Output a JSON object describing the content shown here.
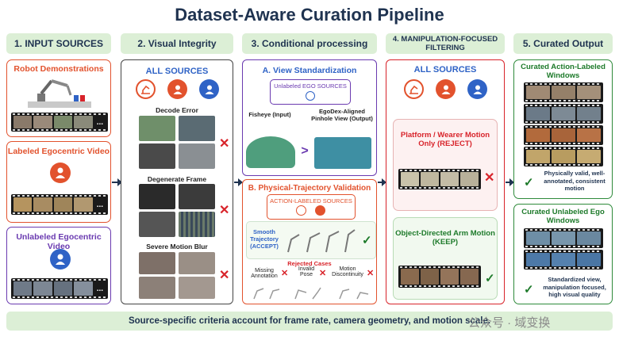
{
  "title": "Dataset-Aware Curation Pipeline",
  "headers": {
    "h1": "1. INPUT SOURCES",
    "h2": "2. Visual Integrity",
    "h3": "3. Conditional processing",
    "h4": "4. MANIPULATION-FOCUSED FILTERING",
    "h5": "5. Curated Output"
  },
  "col1": {
    "robot": "Robot Demonstrations",
    "labeled": "Labeled Egocentric Video",
    "unlabeled": "Unlabeled Egocentric Video"
  },
  "col2": {
    "all_sources": "ALL SOURCES",
    "decode": "Decode Error",
    "degenerate": "Degenerate Frame",
    "blur": "Severe Motion Blur"
  },
  "col3": {
    "a_title": "A. View Standardization",
    "unlabeled_ego": "Unlabeled EGO SOURCES",
    "fisheye": "Fisheye (Input)",
    "egodex": "EgoDex-Aligned Pinhole View (Output)",
    "gt": ">",
    "b_title": "B. Physical-Trajectory Validation",
    "action_labeled": "ACTION-LABELED SOURCES",
    "smooth": "Smooth Trajectory (ACCEPT)",
    "rejected": "Rejected Cases",
    "missing": "Missing Annotation",
    "invalid": "Invalid Pose",
    "discont": "Motion Discontinuity"
  },
  "col4": {
    "all_sources": "ALL SOURCES",
    "platform": "Platform / Wearer Motion Only (REJECT)",
    "object": "Object-Directed Arm Motion (KEEP)"
  },
  "col5": {
    "action_title": "Curated Action-Labeled Windows",
    "action_desc": "Physically valid, well-annotated, consistent motion",
    "unlabeled_title": "Curated Unlabeled Ego Windows",
    "unlabeled_desc": "Standardized view, manipulation focused, high visual quality"
  },
  "filmstrip_dots": "...",
  "footer": "Source-specific criteria account for frame rate, camera geometry, and motion scale.",
  "watermark": "公众号 · 域变换",
  "colors": {
    "orange": "#e2522d",
    "blue": "#2f63c6",
    "purple": "#6a3ab0",
    "green": "#1d7a2a",
    "red": "#d8232a",
    "header_bg": "#dcefd6",
    "navy": "#1f3350"
  },
  "icons": [
    "robot-arm-icon",
    "person-icon",
    "check-icon",
    "cross-icon"
  ]
}
